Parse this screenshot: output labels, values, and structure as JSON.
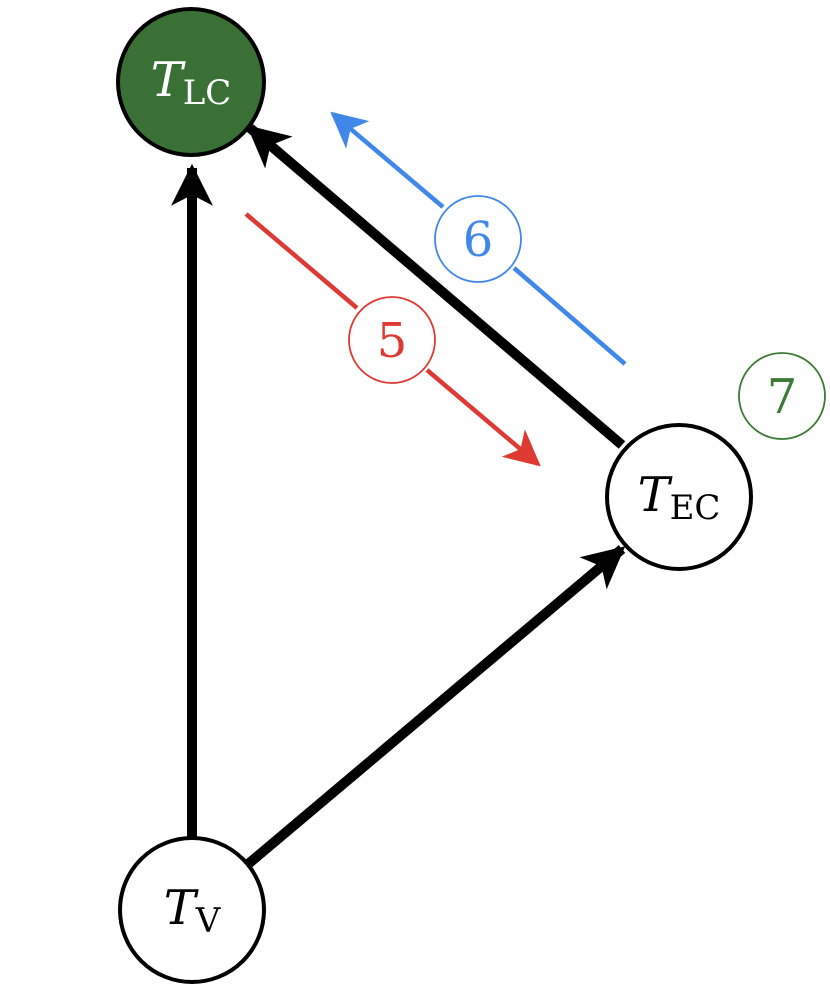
{
  "colors": {
    "edge": "#000000",
    "node_lc_fill": "#3a7035",
    "node_fill": "#ffffff",
    "label_red": "#de3a33",
    "label_blue": "#3f88ea",
    "label_green": "#3d7a35"
  },
  "nodes": {
    "lc": {
      "main": "T",
      "sub": "LC"
    },
    "ec": {
      "main": "T",
      "sub": "EC"
    },
    "v": {
      "main": "T",
      "sub": "V"
    }
  },
  "annotations": {
    "red": "5",
    "blue": "6",
    "green": "7"
  }
}
